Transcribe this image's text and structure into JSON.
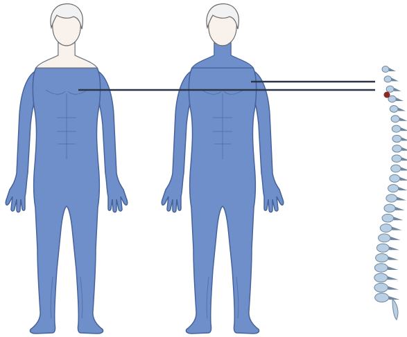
{
  "colors": {
    "body_fill": "#6f8fcb",
    "body_outline": "#46629a",
    "head_fill": "#f8f1ec",
    "head_outline": "#6a6a6a",
    "hair_fill": "#f2f2f2",
    "indicator_line": "#2b3347",
    "spine_bone": "#b9cfe3",
    "spine_shadow": "#6f879f",
    "spine_highlight": "#8a2a20"
  },
  "figures": [
    {
      "id": "figure-left",
      "shoulders": "exposed"
    },
    {
      "id": "figure-right",
      "shoulders": "covered"
    }
  ],
  "icons": [
    "human-silhouette-icon",
    "human-silhouette-icon",
    "spine-icon",
    "vertebra-marker-icon"
  ]
}
